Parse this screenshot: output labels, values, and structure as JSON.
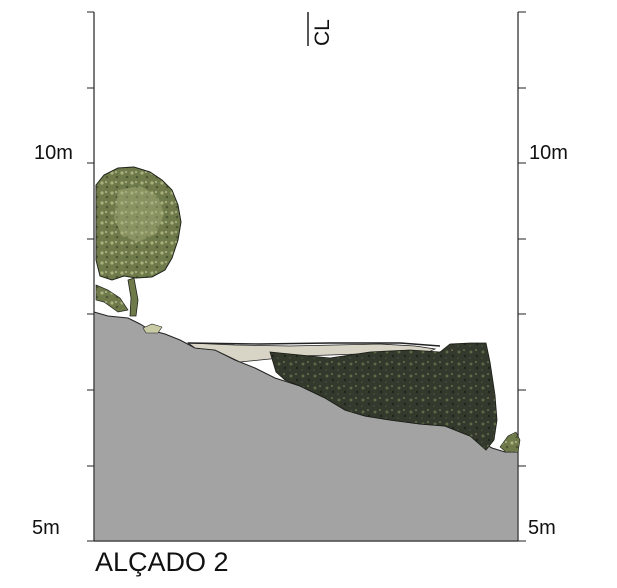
{
  "drawing": {
    "title": "ALÇADO 2",
    "centerline_label": "CL",
    "scale_labels": {
      "left_top": "10m",
      "left_bottom": "5m",
      "right_top": "10m",
      "right_bottom": "5m"
    }
  },
  "colors": {
    "ground_fill": "#a3a3a3",
    "ground_edge": "#222222",
    "rock_dark": "#3a4030",
    "rock_moss": "#6f7a4a",
    "tree_foliage": "#8b9460",
    "pale_stone": "#d8d5c6",
    "axis": "#222222"
  },
  "icons": {
    "tree": "tree-canopy",
    "rock": "rock-outcrop"
  }
}
